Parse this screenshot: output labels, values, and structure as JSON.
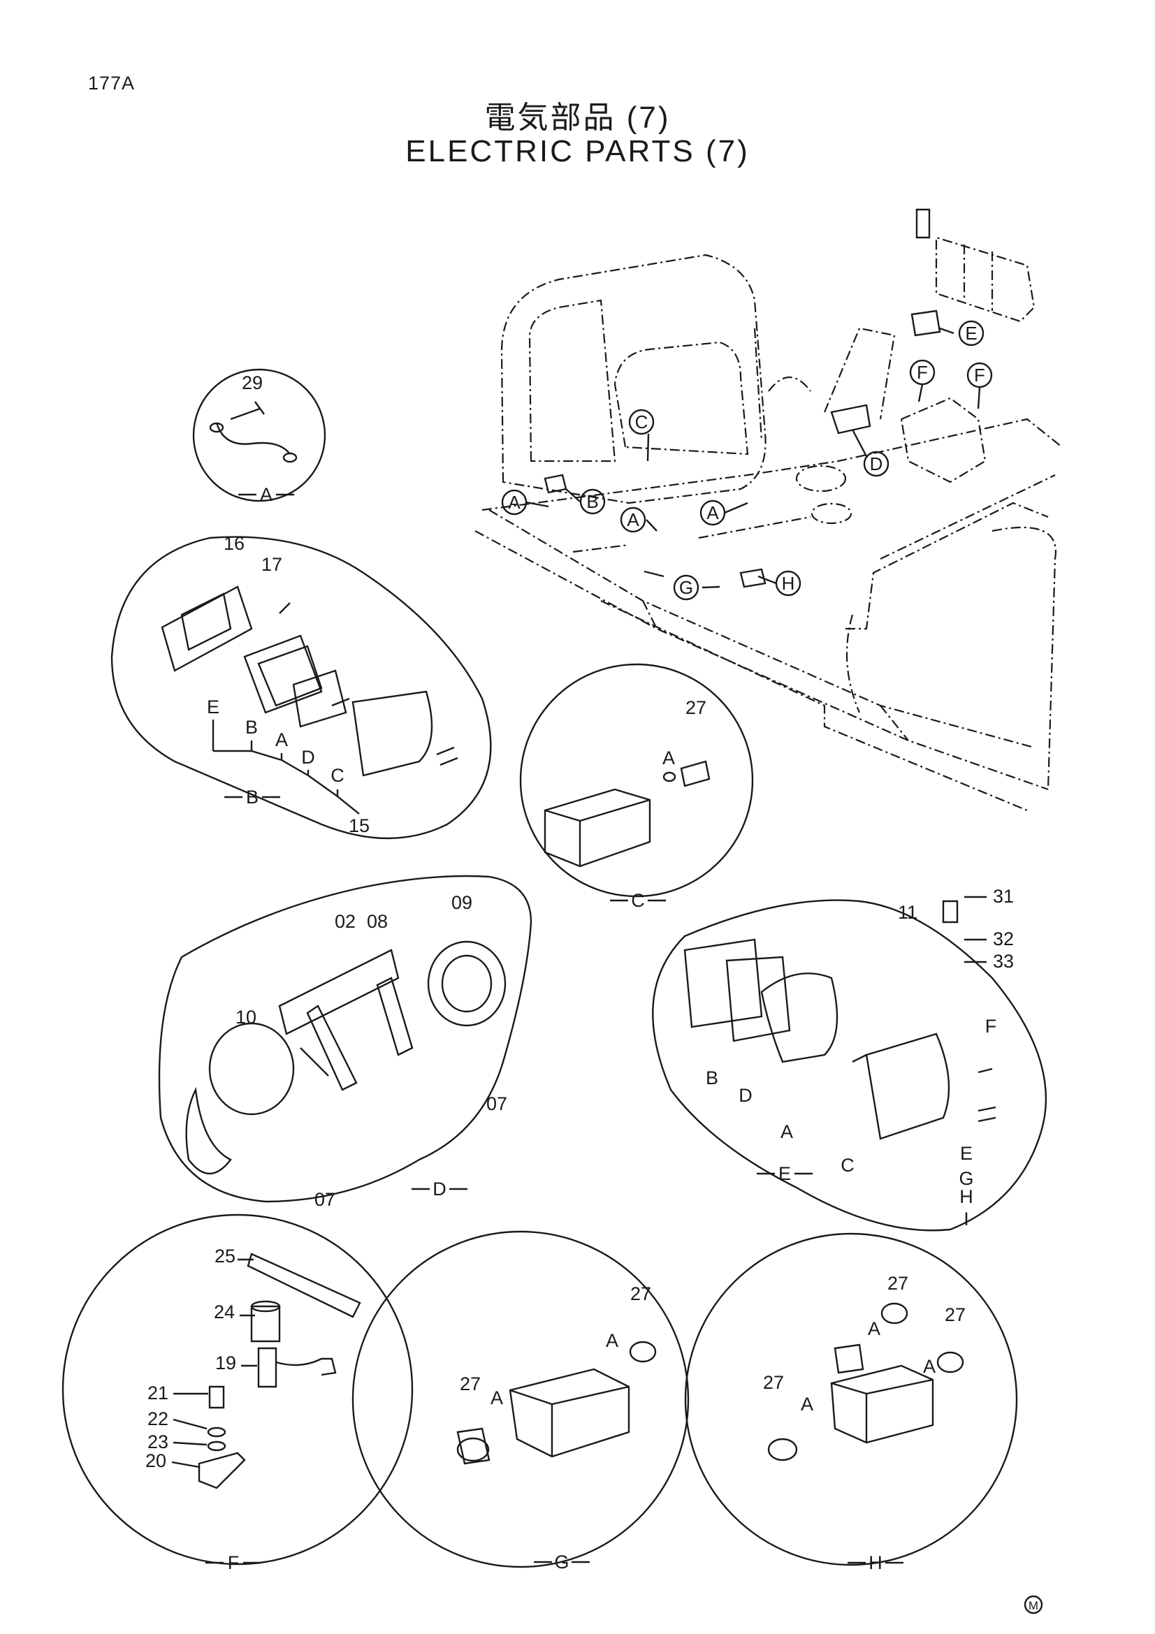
{
  "page_number": "177A",
  "title_jp": "電気部品 (7)",
  "title_en": "ELECTRIC  PARTS (7)",
  "footer_mark": "M",
  "detail_names": [
    "A",
    "B",
    "C",
    "D",
    "E",
    "F",
    "G",
    "H"
  ],
  "machine_callouts": [
    "A",
    "B",
    "C",
    "A",
    "A",
    "G",
    "H",
    "E",
    "F",
    "F",
    "D"
  ],
  "part_numbers": [
    "02",
    "07",
    "08",
    "09",
    "10",
    "11",
    "15",
    "16",
    "17",
    "19",
    "20",
    "21",
    "22",
    "23",
    "24",
    "25",
    "27",
    "29",
    "31",
    "32",
    "33"
  ],
  "detail_letters": [
    "A",
    "B",
    "C",
    "D",
    "E",
    "F",
    "G",
    "H",
    "I"
  ]
}
